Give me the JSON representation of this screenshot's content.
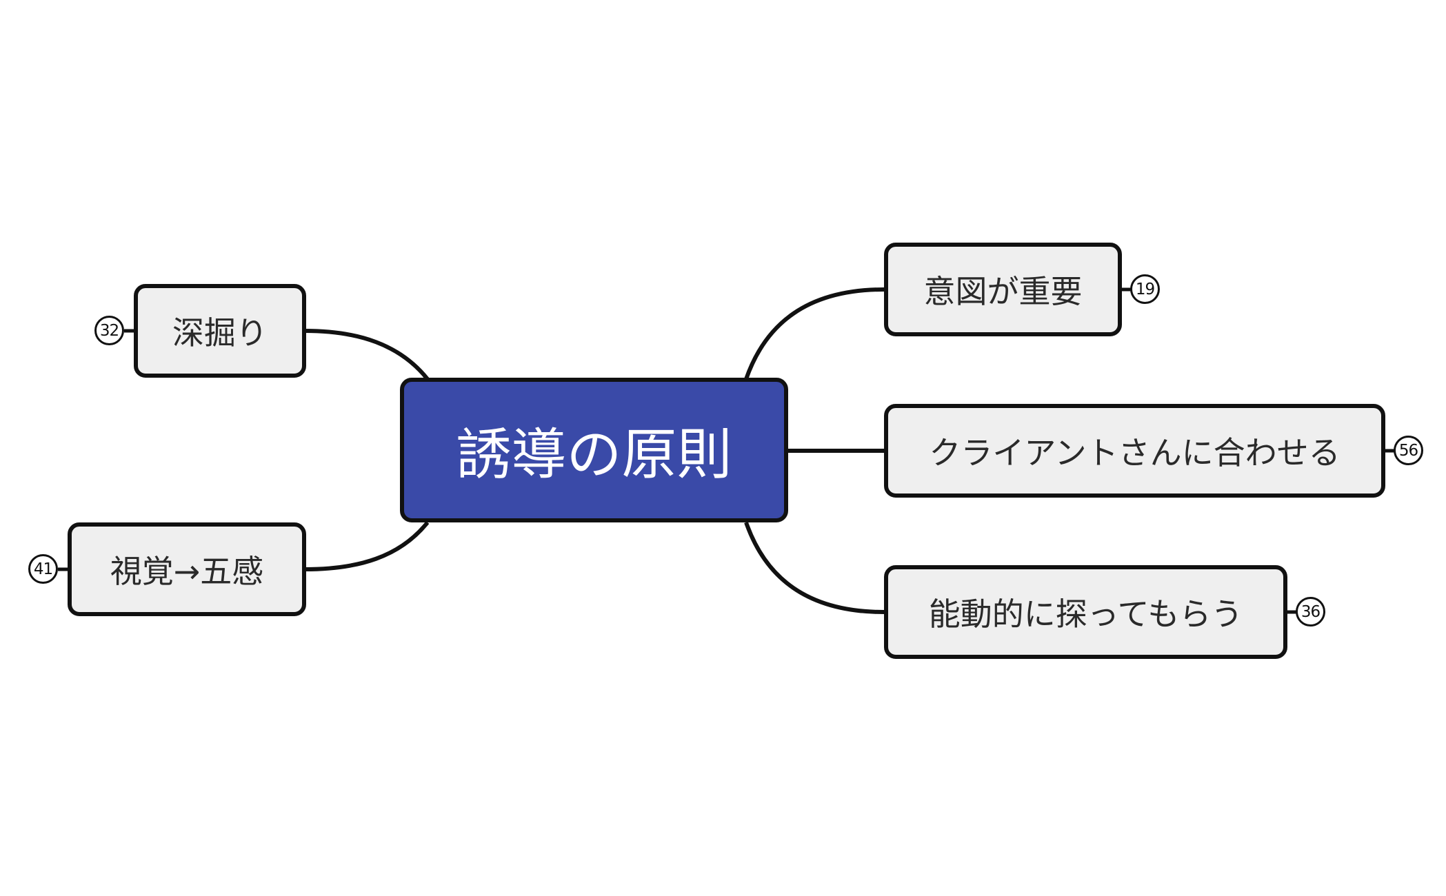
{
  "colors": {
    "central_fill": "#3a4aa8",
    "topic_fill": "#efefef",
    "stroke": "#111111"
  },
  "central_topic": {
    "label": "誘導の原則"
  },
  "topics": [
    {
      "id": "intent",
      "label": "意図が重要",
      "count": "19",
      "side": "right"
    },
    {
      "id": "client",
      "label": "クライアントさんに合わせる",
      "count": "56",
      "side": "right"
    },
    {
      "id": "active",
      "label": "能動的に探ってもらう",
      "count": "36",
      "side": "right"
    },
    {
      "id": "dig",
      "label": "深掘り",
      "count": "32",
      "side": "left"
    },
    {
      "id": "senses",
      "label": "視覚→五感",
      "count": "41",
      "side": "left"
    }
  ]
}
